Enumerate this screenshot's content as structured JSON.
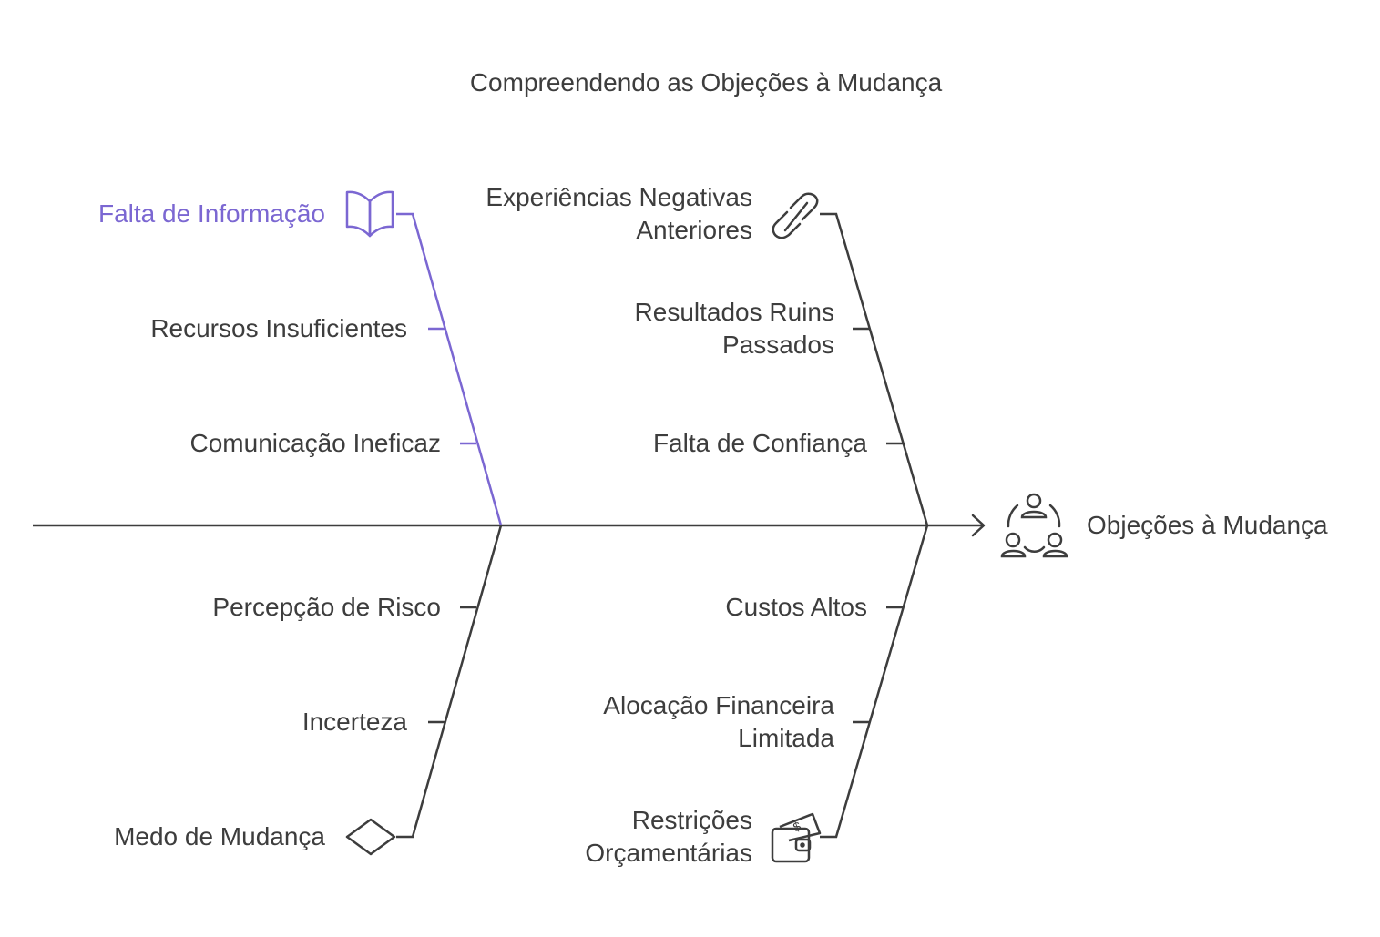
{
  "title": "Compreendendo as Objeções à Mudança",
  "effect": {
    "label": "Objeções à Mudança",
    "icon": "people-network-icon"
  },
  "colors": {
    "text": "#3d3d3d",
    "highlight": "#7b67d2",
    "line": "#3d3d3d"
  },
  "branches": [
    {
      "label": "Falta de Informação",
      "icon": "open-book-icon",
      "highlighted": true,
      "causes": [
        "Recursos Insuficientes",
        "Comunicação Ineficaz"
      ]
    },
    {
      "label": "Experiências Negativas Anteriores",
      "icon": "broken-link-icon",
      "highlighted": false,
      "causes": [
        "Resultados Ruins Passados",
        "Falta de Confiança"
      ]
    },
    {
      "label": "Medo de Mudança",
      "icon": "diamond-icon",
      "highlighted": false,
      "causes": [
        "Percepção de Risco",
        "Incerteza"
      ]
    },
    {
      "label": "Restrições Orçamentárias",
      "icon": "wallet-money-icon",
      "highlighted": false,
      "causes": [
        "Custos Altos",
        "Alocação Financeira Limitada"
      ]
    }
  ]
}
